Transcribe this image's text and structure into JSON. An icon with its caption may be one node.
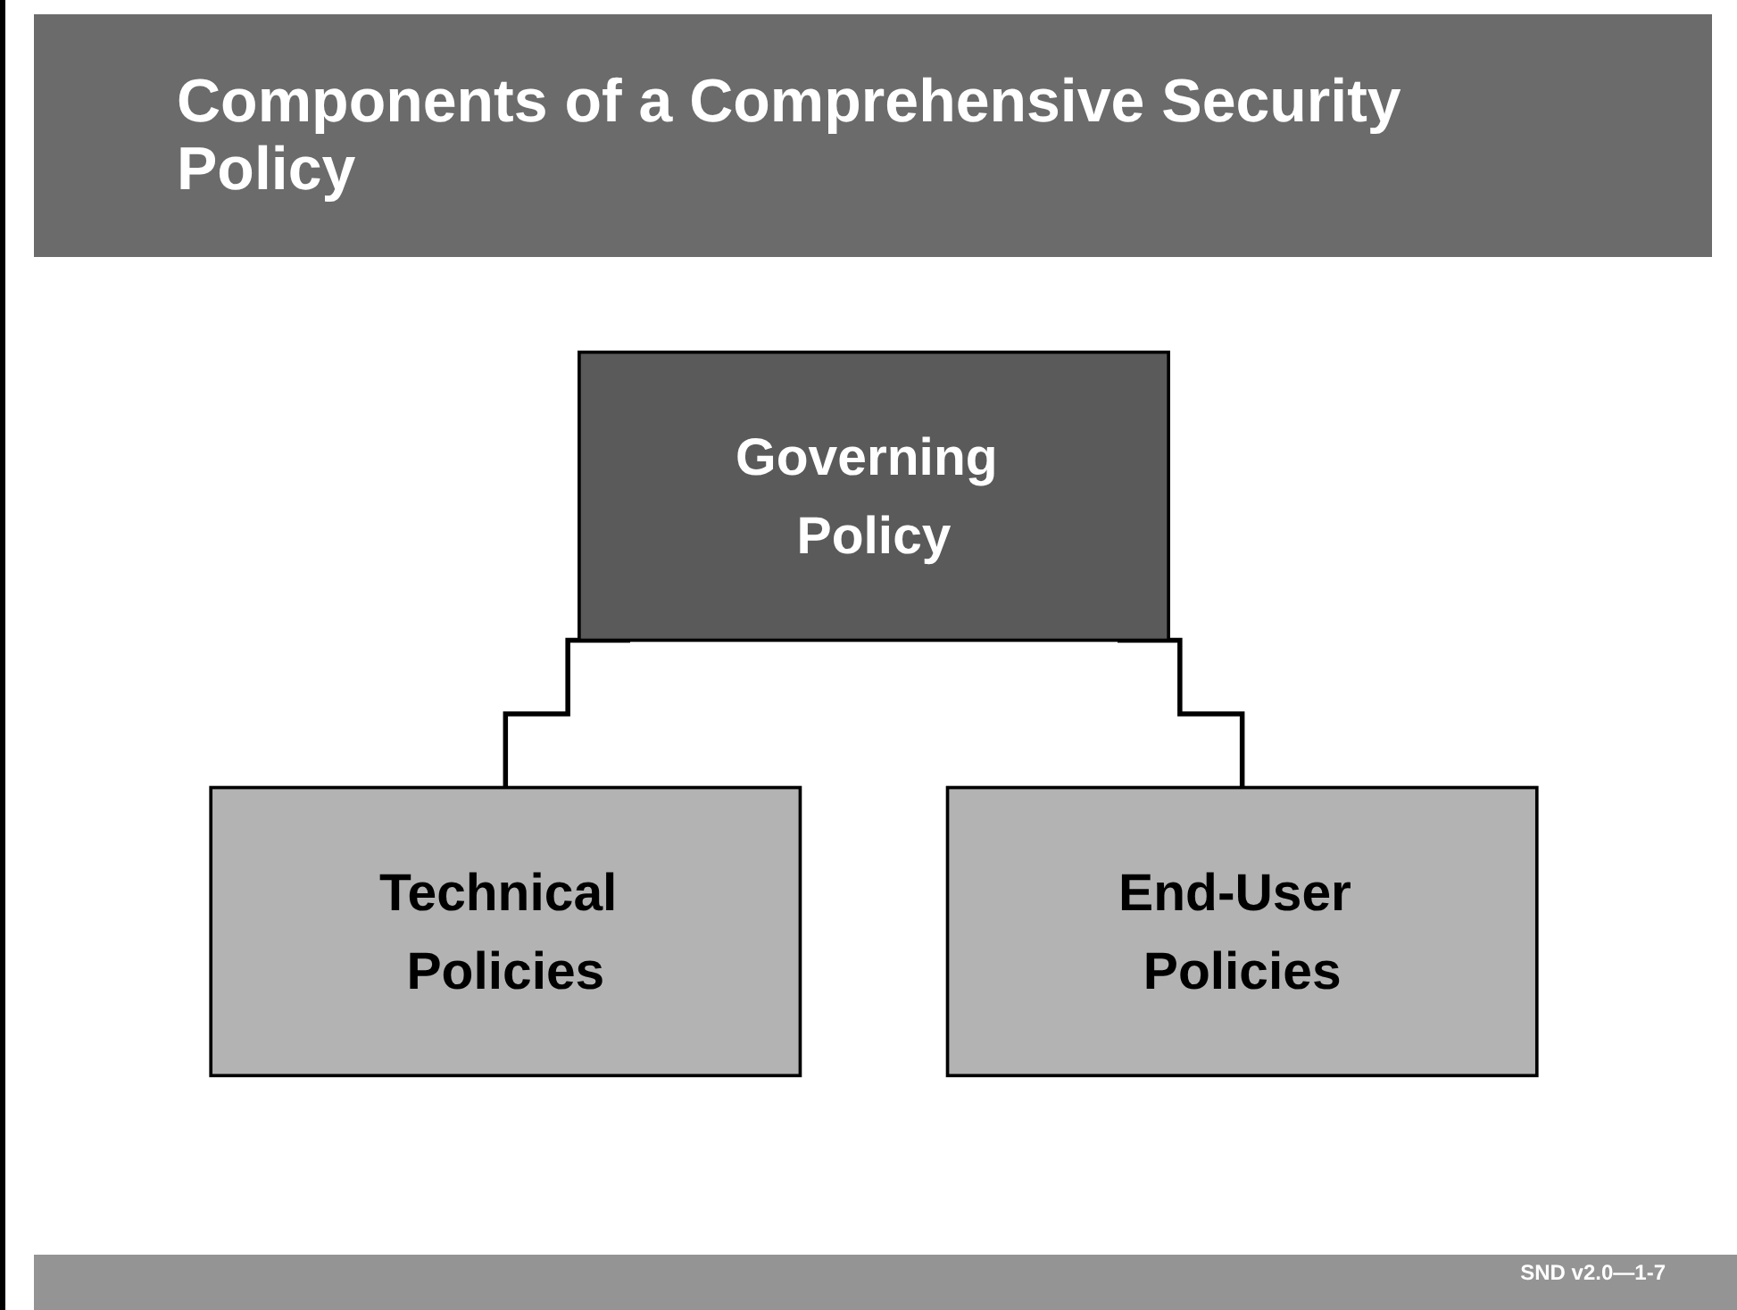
{
  "diagram": {
    "title": "Components of a Comprehensive Security Policy",
    "nodes": [
      {
        "text": [
          "Governing Policy"
        ]
      },
      {
        "text": [
          "Technical Policies"
        ]
      },
      {
        "text": [
          "End-User Policies"
        ]
      }
    ],
    "edges": [
      {
        "from": 0,
        "to": 1,
        "arrow": "none"
      },
      {
        "from": 0,
        "to": 2,
        "arrow": "none"
      }
    ],
    "labels": [
      "SND v2.0—1-7"
    ]
  }
}
